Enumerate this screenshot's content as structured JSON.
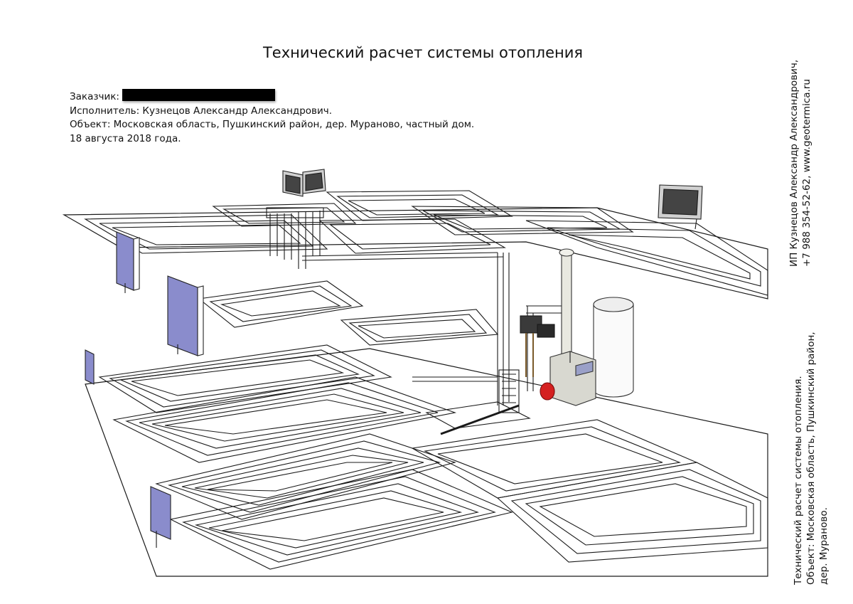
{
  "document": {
    "title": "Технический расчет системы отопления",
    "customer_label": "Заказчик:",
    "contractor": "Исполнитель: Кузнецов Александр Александрович.",
    "object": "Объект: Московская область, Пушкинский район, дер. Мураново, частный дом.",
    "date": "18 августа 2018 года."
  },
  "sidebar_top": {
    "line1": "ИП Кузнецов Александр Александрович,",
    "line2": "+7 988 354-52-62, www.geotermica.ru"
  },
  "sidebar_bottom": {
    "line1": "Технический расчет системы отопления.",
    "line2": "Объект: Московская область, Пушкинский район,",
    "line3": "дер. Мураново."
  },
  "colors": {
    "pipe": "#1a1a1a",
    "radiator": "#8a8ccc",
    "boiler": "#d8d8d0",
    "expansion_tank": "#d42020",
    "redaction": "#000000"
  }
}
